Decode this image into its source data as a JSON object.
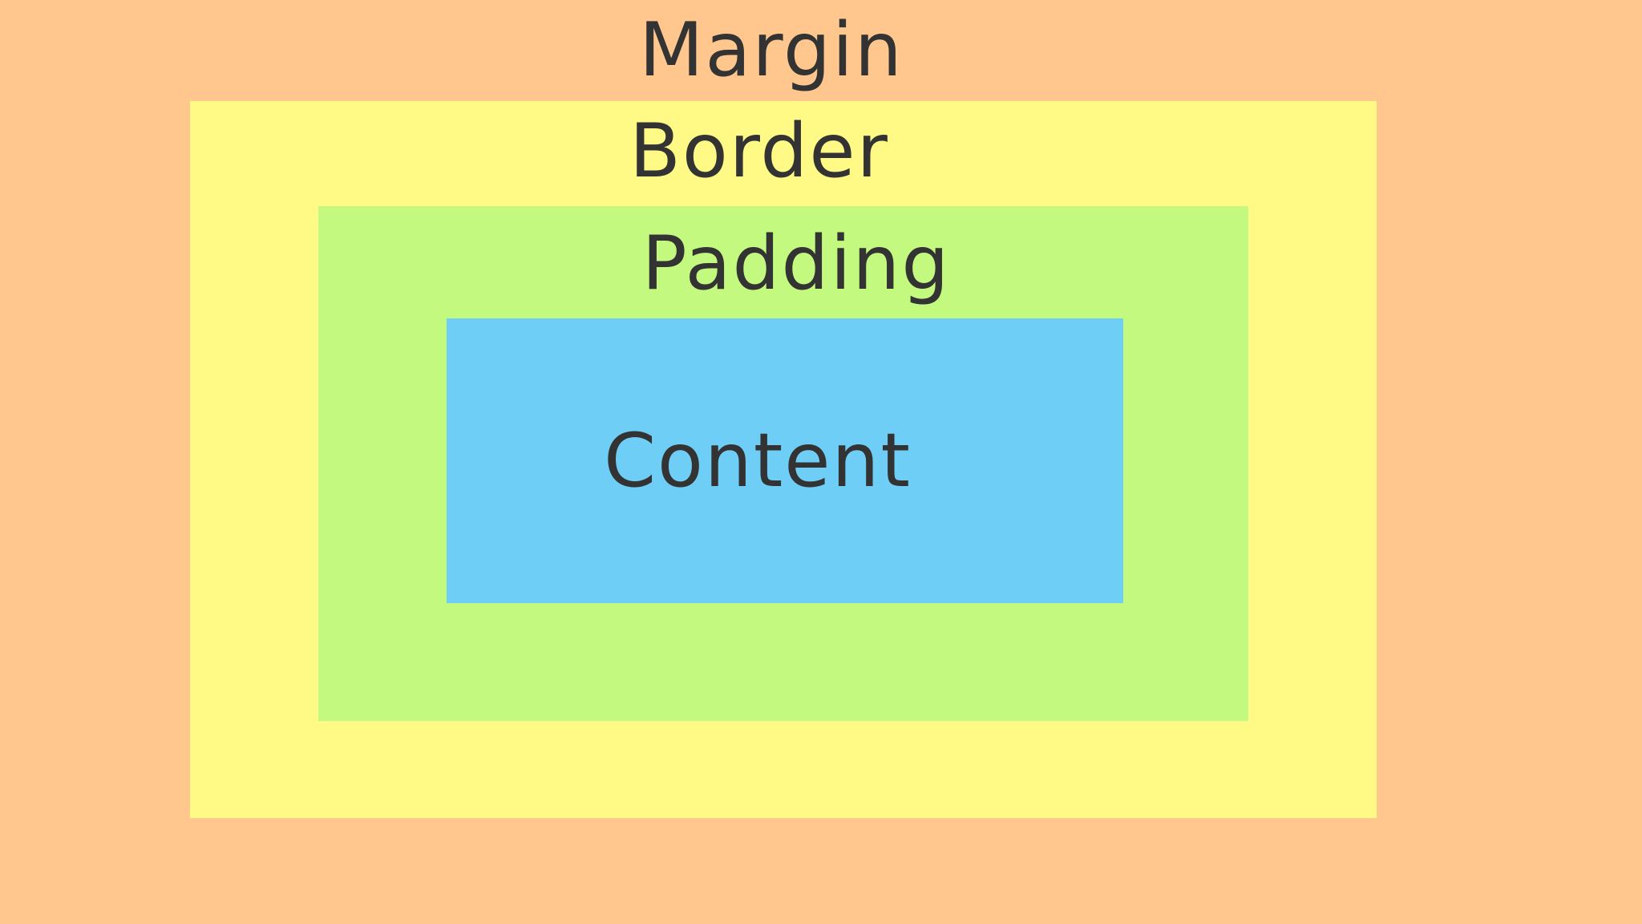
{
  "diagram": {
    "layers": {
      "margin": {
        "label": "Margin",
        "color": "#FFC78E"
      },
      "border": {
        "label": "Border",
        "color": "#FFF986"
      },
      "padding": {
        "label": "Padding",
        "color": "#C3F97E"
      },
      "content": {
        "label": "Content",
        "color": "#6ECEF6"
      }
    },
    "text_color": "#333333"
  }
}
